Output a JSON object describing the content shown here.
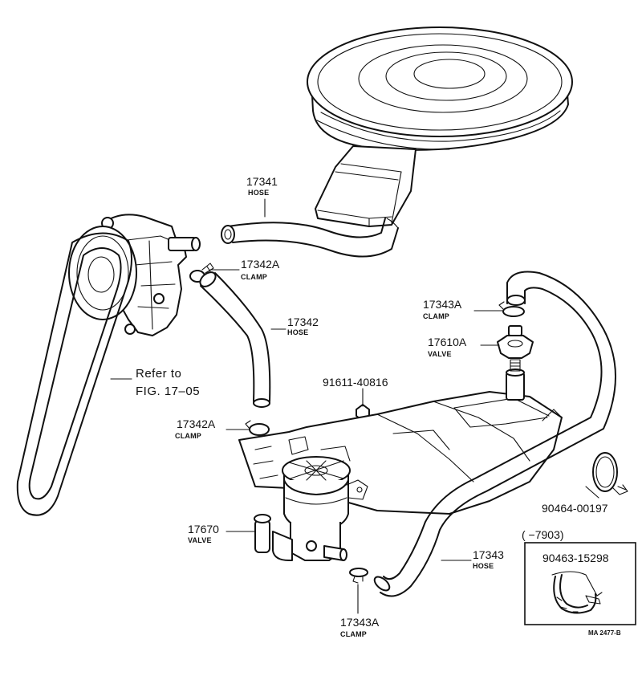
{
  "parts": [
    {
      "key": "hose_17341",
      "number": "17341",
      "name": "HOSE"
    },
    {
      "key": "clamp_17342a_top",
      "number": "17342A",
      "name": "CLAMP"
    },
    {
      "key": "hose_17342",
      "number": "17342",
      "name": "HOSE"
    },
    {
      "key": "clamp_17343a_top",
      "number": "17343A",
      "name": "CLAMP"
    },
    {
      "key": "valve_17610a",
      "number": "17610A",
      "name": "VALVE"
    },
    {
      "key": "bolt_91611",
      "number": "91611-40816",
      "name": ""
    },
    {
      "key": "clamp_17342a_mid",
      "number": "17342A",
      "name": "CLAMP"
    },
    {
      "key": "band_90464",
      "number": "90464-00197",
      "name": ""
    },
    {
      "key": "valve_17670",
      "number": "17670",
      "name": "VALVE"
    },
    {
      "key": "hose_17343",
      "number": "17343",
      "name": "HOSE"
    },
    {
      "key": "band_90463",
      "number": "90463-15298",
      "name": ""
    },
    {
      "key": "clamp_17343a_bottom",
      "number": "17343A",
      "name": "CLAMP"
    }
  ],
  "belt_reference": {
    "line1": "Refer to",
    "line2": "FIG. 17–05"
  },
  "inset": {
    "caption": "(        −7903)"
  },
  "drawing_code": "MA 2477-B"
}
